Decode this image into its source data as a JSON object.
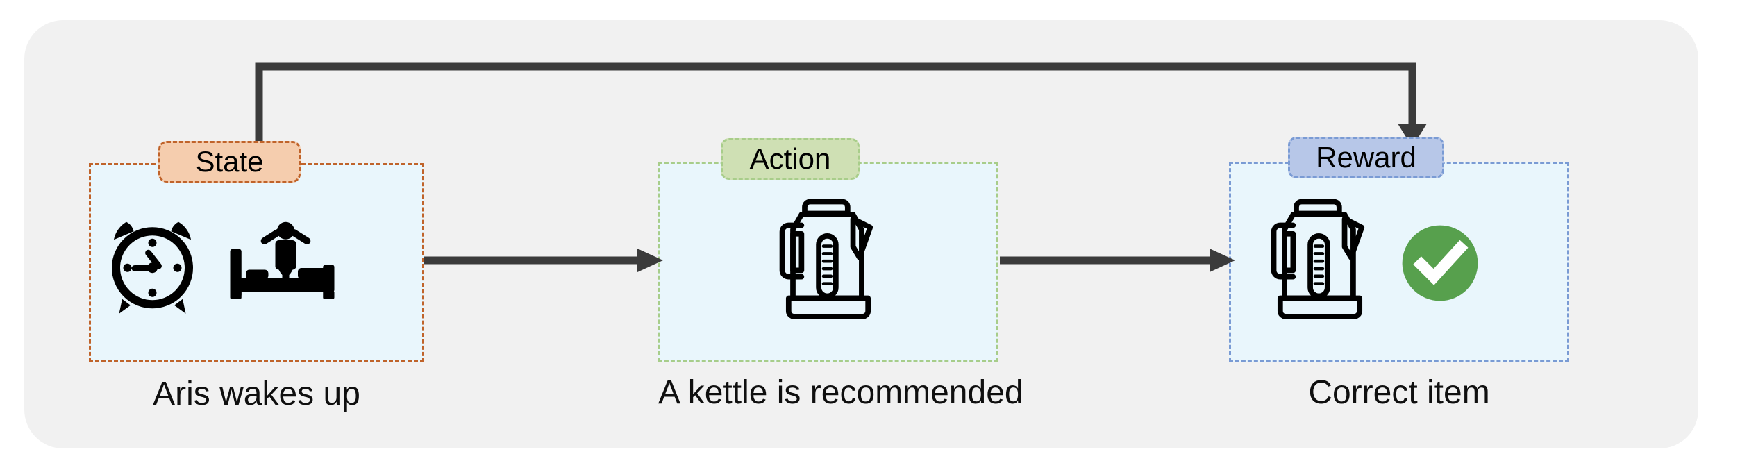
{
  "diagram": {
    "type": "reinforcement-learning-loop",
    "background_color": "#f1f1f1",
    "page_background": "#ffffff",
    "panel_fill": "#e9f6fc",
    "arrow_color": "#3b3b3b",
    "stages": [
      {
        "key": "state",
        "badge_label": "State",
        "badge_fill": "#f5cdae",
        "badge_border": "#c0632a",
        "panel_border": "#c0632a",
        "caption": "Aris wakes up",
        "icons": [
          "alarm-clock-icon",
          "person-waking-in-bed-icon"
        ]
      },
      {
        "key": "action",
        "badge_label": "Action",
        "badge_fill": "#cfe0b4",
        "badge_border": "#a8cd8a",
        "panel_border": "#a8cd8a",
        "caption": "A kettle is recommended",
        "icons": [
          "electric-kettle-icon"
        ]
      },
      {
        "key": "reward",
        "badge_label": "Reward",
        "badge_fill": "#b7c7e8",
        "badge_border": "#7a9bd4",
        "panel_border": "#7a9bd4",
        "caption": "Correct item",
        "icons": [
          "electric-kettle-icon",
          "green-check-circle-icon"
        ]
      }
    ],
    "connectors": [
      {
        "name": "state-to-action-arrow",
        "from": "state",
        "to": "action",
        "style": "straight-right"
      },
      {
        "name": "action-to-reward-arrow",
        "from": "action",
        "to": "reward",
        "style": "straight-right"
      },
      {
        "name": "reward-feedback-arrow",
        "from": "state",
        "to": "reward",
        "style": "elbow-over-top"
      }
    ],
    "accent_colors": {
      "check_green": "#57a04d",
      "icon_black": "#000000"
    }
  }
}
